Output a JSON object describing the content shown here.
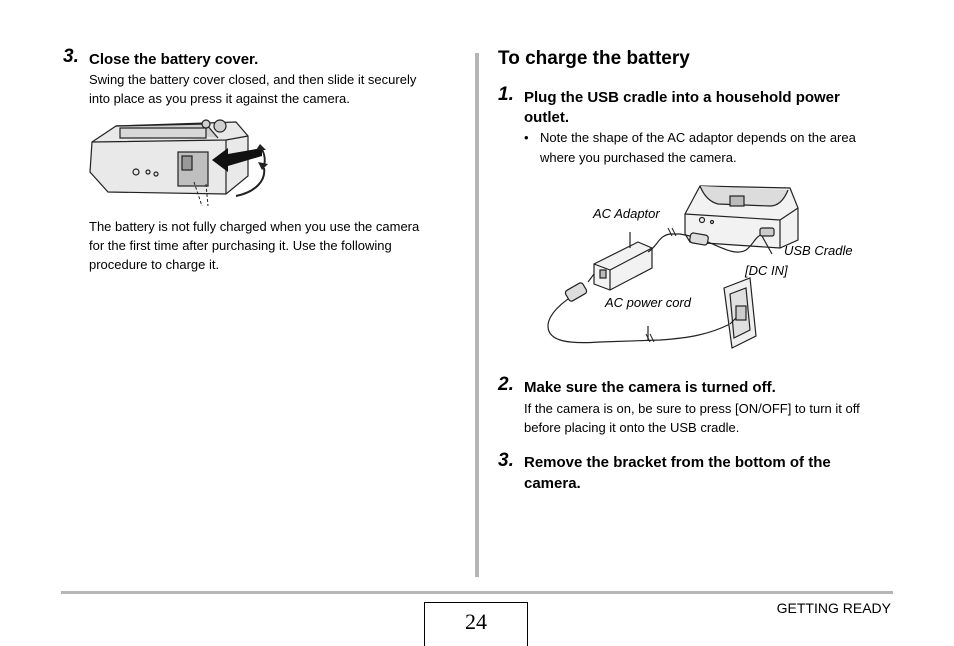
{
  "left": {
    "step3": {
      "number": "3.",
      "title": "Close the battery cover.",
      "line1": "Swing the battery cover closed, and then slide it securely",
      "line2": "into place as you press it against the camera."
    },
    "note": {
      "line1": "The battery is not fully charged when you use the camera",
      "line2": "for the first time after purchasing it. Use the following",
      "line3": "procedure to charge it."
    }
  },
  "right": {
    "section_title": "To charge the battery",
    "step1": {
      "number": "1.",
      "title_line1": "Plug the USB cradle into a household power",
      "title_line2": "outlet.",
      "bullet_line1": "Note the shape of the AC adaptor depends on the area",
      "bullet_line2": "where you purchased the camera."
    },
    "diagram_labels": {
      "ac_adaptor": "AC Adaptor",
      "usb_cradle": "USB Cradle",
      "dc_in": "[DC IN]",
      "ac_power_cord": "AC power cord"
    },
    "step2": {
      "number": "2.",
      "title": "Make sure the camera is turned off.",
      "line1": "If the camera is on, be sure to press [ON/OFF] to turn it off",
      "line2": "before placing it onto the USB cradle."
    },
    "step3": {
      "number": "3.",
      "title_line1": "Remove the bracket from the bottom of the",
      "title_line2": "camera."
    }
  },
  "footer": {
    "page_number": "24",
    "section": "GETTING READY"
  }
}
